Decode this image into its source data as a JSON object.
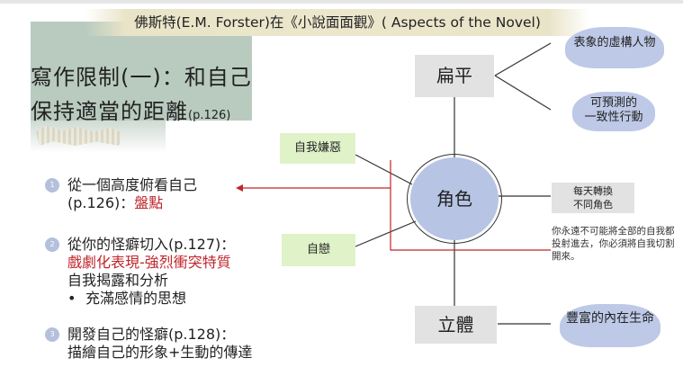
{
  "title": "佛斯特(E.M. Forster)在《小說面面觀》( Aspects of the Novel)",
  "heading": {
    "line1": "寫作限制(一)：和自己",
    "line2": "保持適當的距離",
    "page_ref": "(p.126)"
  },
  "list": [
    {
      "num": "1",
      "line1": "從一個高度俯看自己",
      "line2_prefix": "(p.126)：",
      "line2_red": "盤點"
    },
    {
      "num": "2",
      "line1": "從你的怪癖切入(p.127)：",
      "line2_red": "戲劇化表現-強烈衝突特質",
      "line3": "自我揭露和分析",
      "bullet": "•",
      "sub": "充滿感情的思想"
    },
    {
      "num": "3",
      "line1": "開發自己的怪癖(p.128)：",
      "line2": "描繪自己的形象+生動的傳達"
    }
  ],
  "diagram": {
    "center": "角色",
    "flat": "扁平",
    "round": "立體",
    "self_loathing": "自我嫌惡",
    "narcissism": "自戀",
    "flat_trait1": "表象的虛構人物",
    "flat_trait2_line1": "可預測的",
    "flat_trait2_line2": "一致性行動",
    "switch_line1": "每天轉換",
    "switch_line2": "不同角色",
    "round_trait": "豐富的內在生命",
    "note": "你永遠不可能將全部的自我都投射進去，你必須將自我切割開來。"
  },
  "colors": {
    "accent_red": "#c0262b",
    "blue_fill": "#b7c4e4",
    "green_fill": "#dff2c8",
    "gray_box": "#e2e2e2",
    "sage": "#b9cbbf"
  }
}
